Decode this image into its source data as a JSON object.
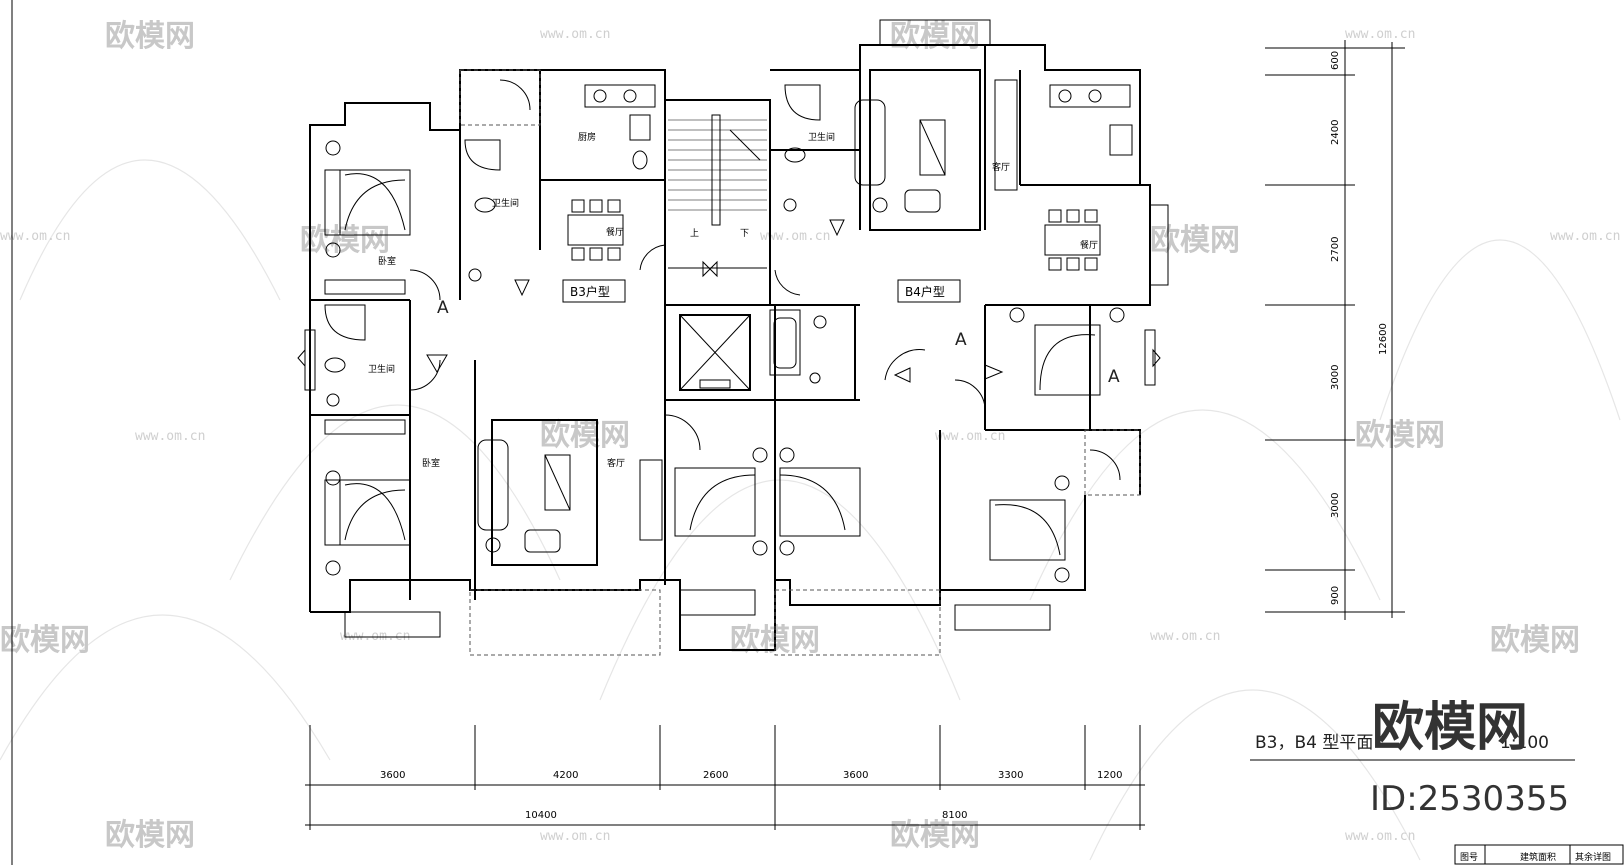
{
  "watermark": {
    "brand": "欧模网",
    "url": "www.om.cn"
  },
  "units": {
    "b3_tag": "B3户型",
    "b4_tag": "B4户型"
  },
  "rooms": {
    "kitchen": "厨房",
    "bath": "卫生间",
    "dining": "餐厅",
    "living": "客厅",
    "bedroom": "卧室",
    "stair_up": "上",
    "stair_down": "下"
  },
  "section_marks": {
    "a": "A"
  },
  "dimensions": {
    "bottom_row1": [
      "3600",
      "4200",
      "2600",
      "3600",
      "3300",
      "1200"
    ],
    "bottom_row2": [
      "10400",
      "8100"
    ],
    "right_col": [
      "600",
      "2400",
      "2700",
      "3000",
      "3000",
      "900"
    ],
    "right_total": "12600"
  },
  "title": {
    "plan_title": "B3，B4 型平面",
    "scale": "1:100"
  },
  "logo": {
    "name": "欧模网",
    "id": "ID:2530355"
  },
  "title_block": {
    "cells": [
      "图号",
      "建筑面积",
      "其余详图"
    ]
  }
}
